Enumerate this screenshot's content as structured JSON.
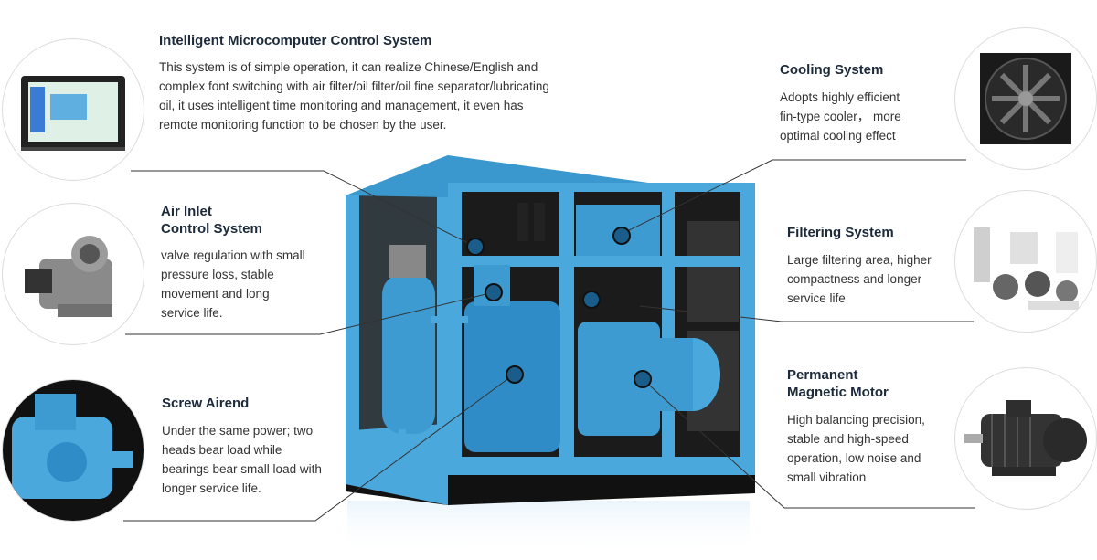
{
  "features": {
    "control": {
      "title": "Intelligent Microcomputer Control System",
      "desc_lines": [
        "This system is of simple operation, it can realize Chinese/English and",
        "complex font switching with air filter/oil filter/oil fine separator/lubricating",
        "oil, it uses intelligent time monitoring and management, it even has",
        "remote monitoring function to be chosen by the user."
      ]
    },
    "air_inlet": {
      "title_lines": [
        "Air Inlet",
        "Control System"
      ],
      "desc_lines": [
        "valve regulation with small",
        "pressure loss, stable",
        "movement and long",
        "service life."
      ]
    },
    "screw": {
      "title": "Screw Airend",
      "desc_lines": [
        "Under the same power; two",
        "heads bear load while",
        "bearings bear small load with",
        "longer service life."
      ]
    },
    "cooling": {
      "title": "Cooling System",
      "desc_lines": [
        "Adopts highly efficient",
        "fin-type cooler， more",
        "optimal cooling effect"
      ]
    },
    "filtering": {
      "title": "Filtering System",
      "desc_lines": [
        "Large filtering area, higher",
        "compactness and longer",
        "service life"
      ]
    },
    "motor": {
      "title_lines": [
        "Permanent",
        "Magnetic Motor"
      ],
      "desc_lines": [
        "High balancing precision,",
        "stable and high-speed",
        "operation, low noise and",
        "small vibration"
      ]
    }
  },
  "colors": {
    "machine_blue": "#4aa8dc",
    "machine_dark": "#1d7fb8",
    "marker": "#1a5d8a",
    "leader": "#333333"
  }
}
